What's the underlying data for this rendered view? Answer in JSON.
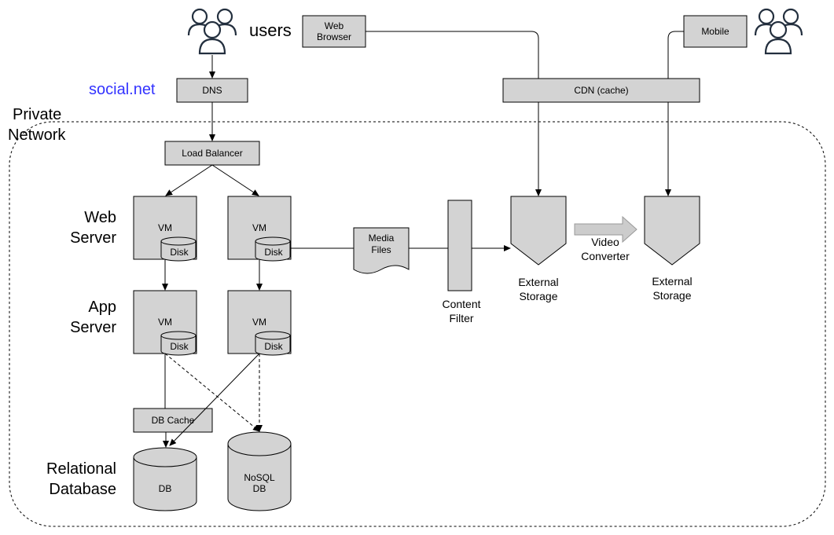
{
  "labels": {
    "users": "users",
    "site": "social.net",
    "private_network_line1": "Private",
    "private_network_line2": "Network",
    "web_server_line1": "Web",
    "web_server_line2": "Server",
    "app_server_line1": "App",
    "app_server_line2": "Server",
    "relational_line1": "Relational",
    "relational_line2": "Database"
  },
  "nodes": {
    "web_browser_line1": "Web",
    "web_browser_line2": "Browser",
    "mobile": "Mobile",
    "dns": "DNS",
    "cdn": "CDN (cache)",
    "load_balancer": "Load Balancer",
    "vm": "VM",
    "disk": "Disk",
    "db_cache": "DB Cache",
    "db": "DB",
    "nosql_line1": "NoSQL",
    "nosql_line2": "DB",
    "media_line1": "Media",
    "media_line2": "Files",
    "content_filter_line1": "Content",
    "content_filter_line2": "Filter",
    "external_storage_line1": "External",
    "external_storage_line2": "Storage",
    "video_converter_line1": "Video",
    "video_converter_line2": "Converter"
  },
  "colors": {
    "node_fill": "#d3d3d3",
    "site_label": "#3333ff",
    "user_icon": "#232f3e",
    "arrow_fill": "#cccccc"
  },
  "icons": [
    "users-icon-left",
    "users-icon-right"
  ]
}
